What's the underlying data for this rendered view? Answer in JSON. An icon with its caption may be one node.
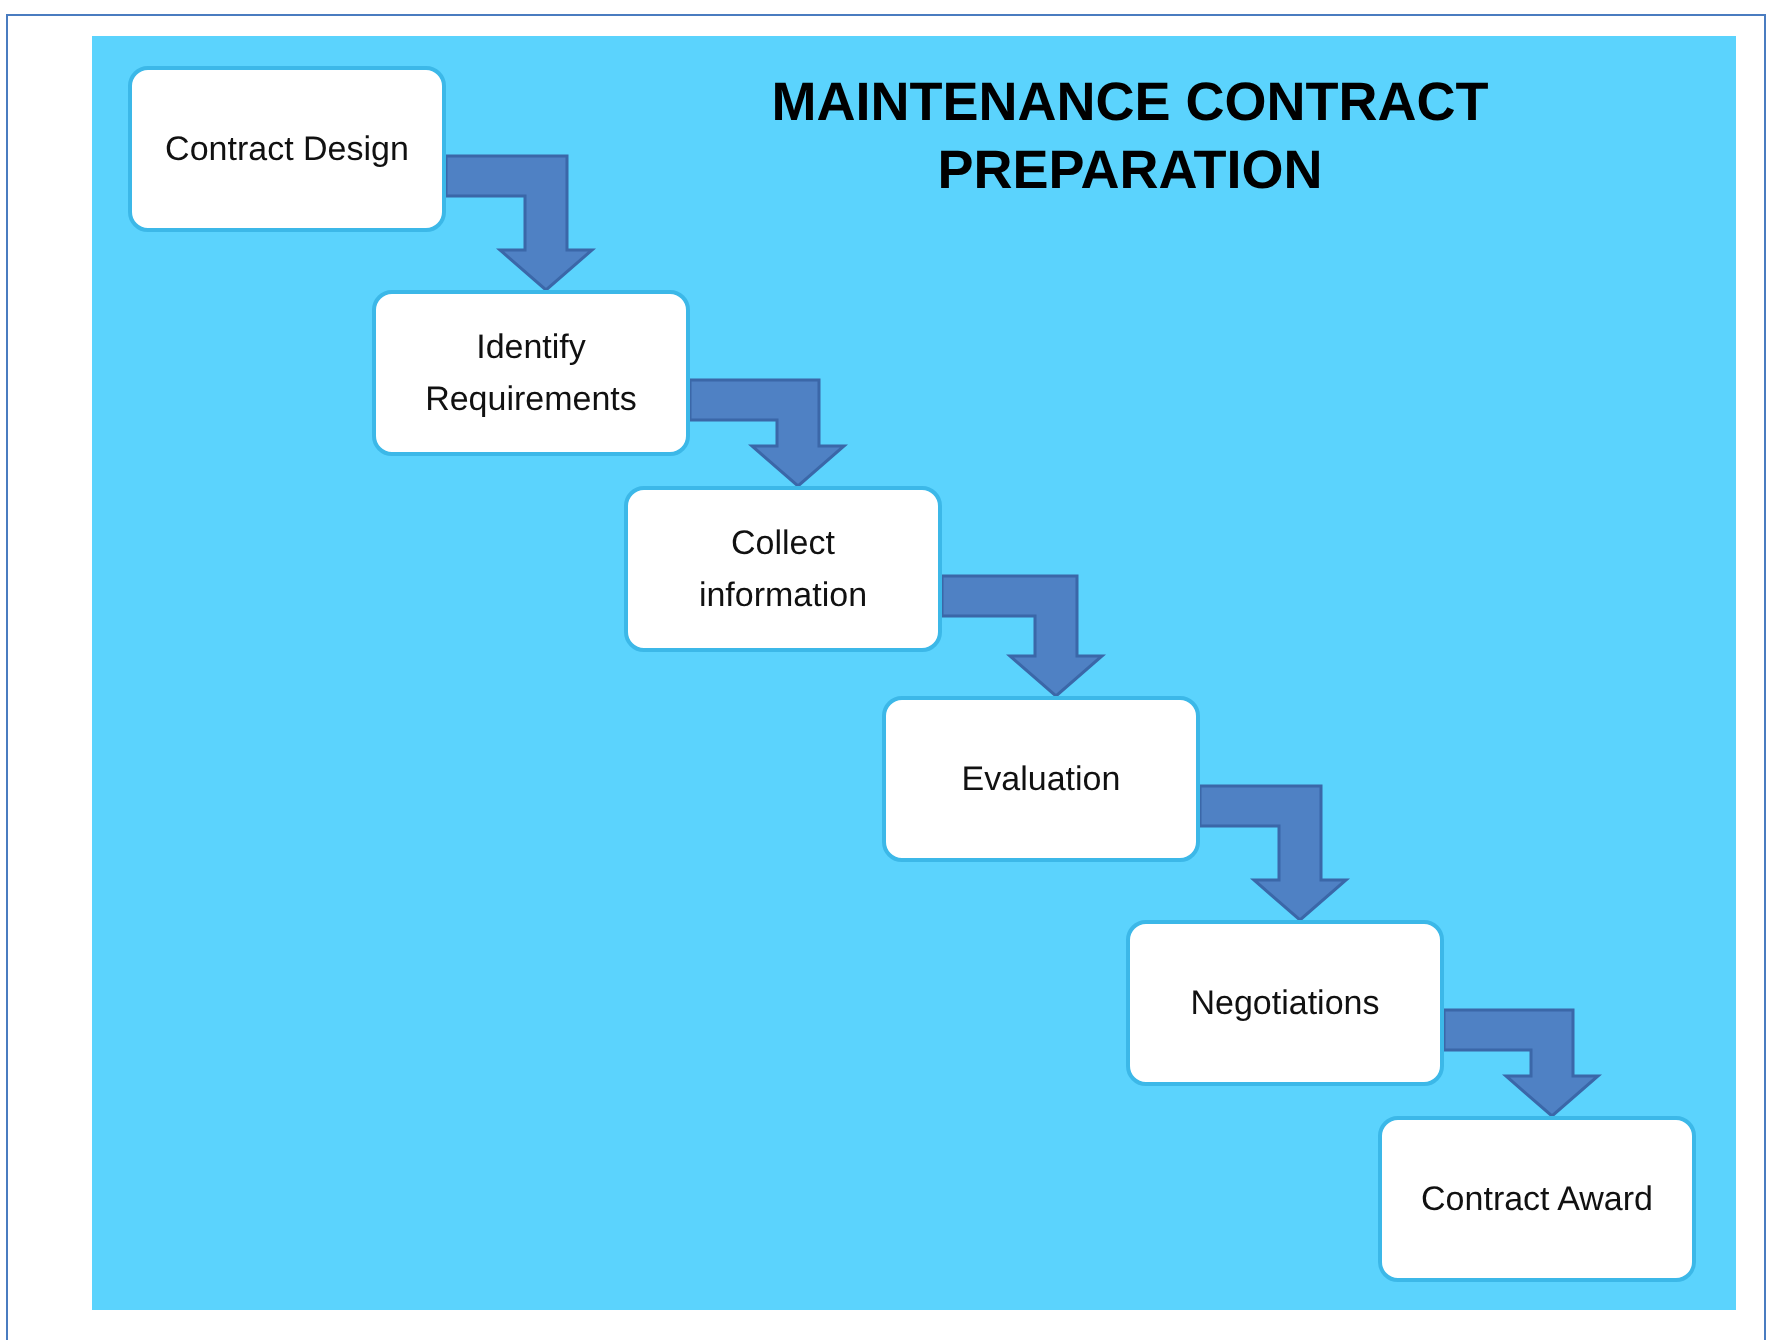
{
  "diagram": {
    "title": "MAINTENANCE CONTRACT PREPARATION",
    "nodes": [
      {
        "text": [
          "Contract Design"
        ]
      },
      {
        "text": [
          "Identify Requirements"
        ]
      },
      {
        "text": [
          "Collect information"
        ]
      },
      {
        "text": [
          "Evaluation"
        ]
      },
      {
        "text": [
          "Negotiations"
        ]
      },
      {
        "text": [
          "Contract Award"
        ]
      }
    ],
    "edges": [
      {
        "from": 0,
        "to": 1,
        "arrow": "to"
      },
      {
        "from": 1,
        "to": 2,
        "arrow": "to"
      },
      {
        "from": 2,
        "to": 3,
        "arrow": "to"
      },
      {
        "from": 3,
        "to": 4,
        "arrow": "to"
      },
      {
        "from": 4,
        "to": 5,
        "arrow": "to"
      }
    ]
  }
}
